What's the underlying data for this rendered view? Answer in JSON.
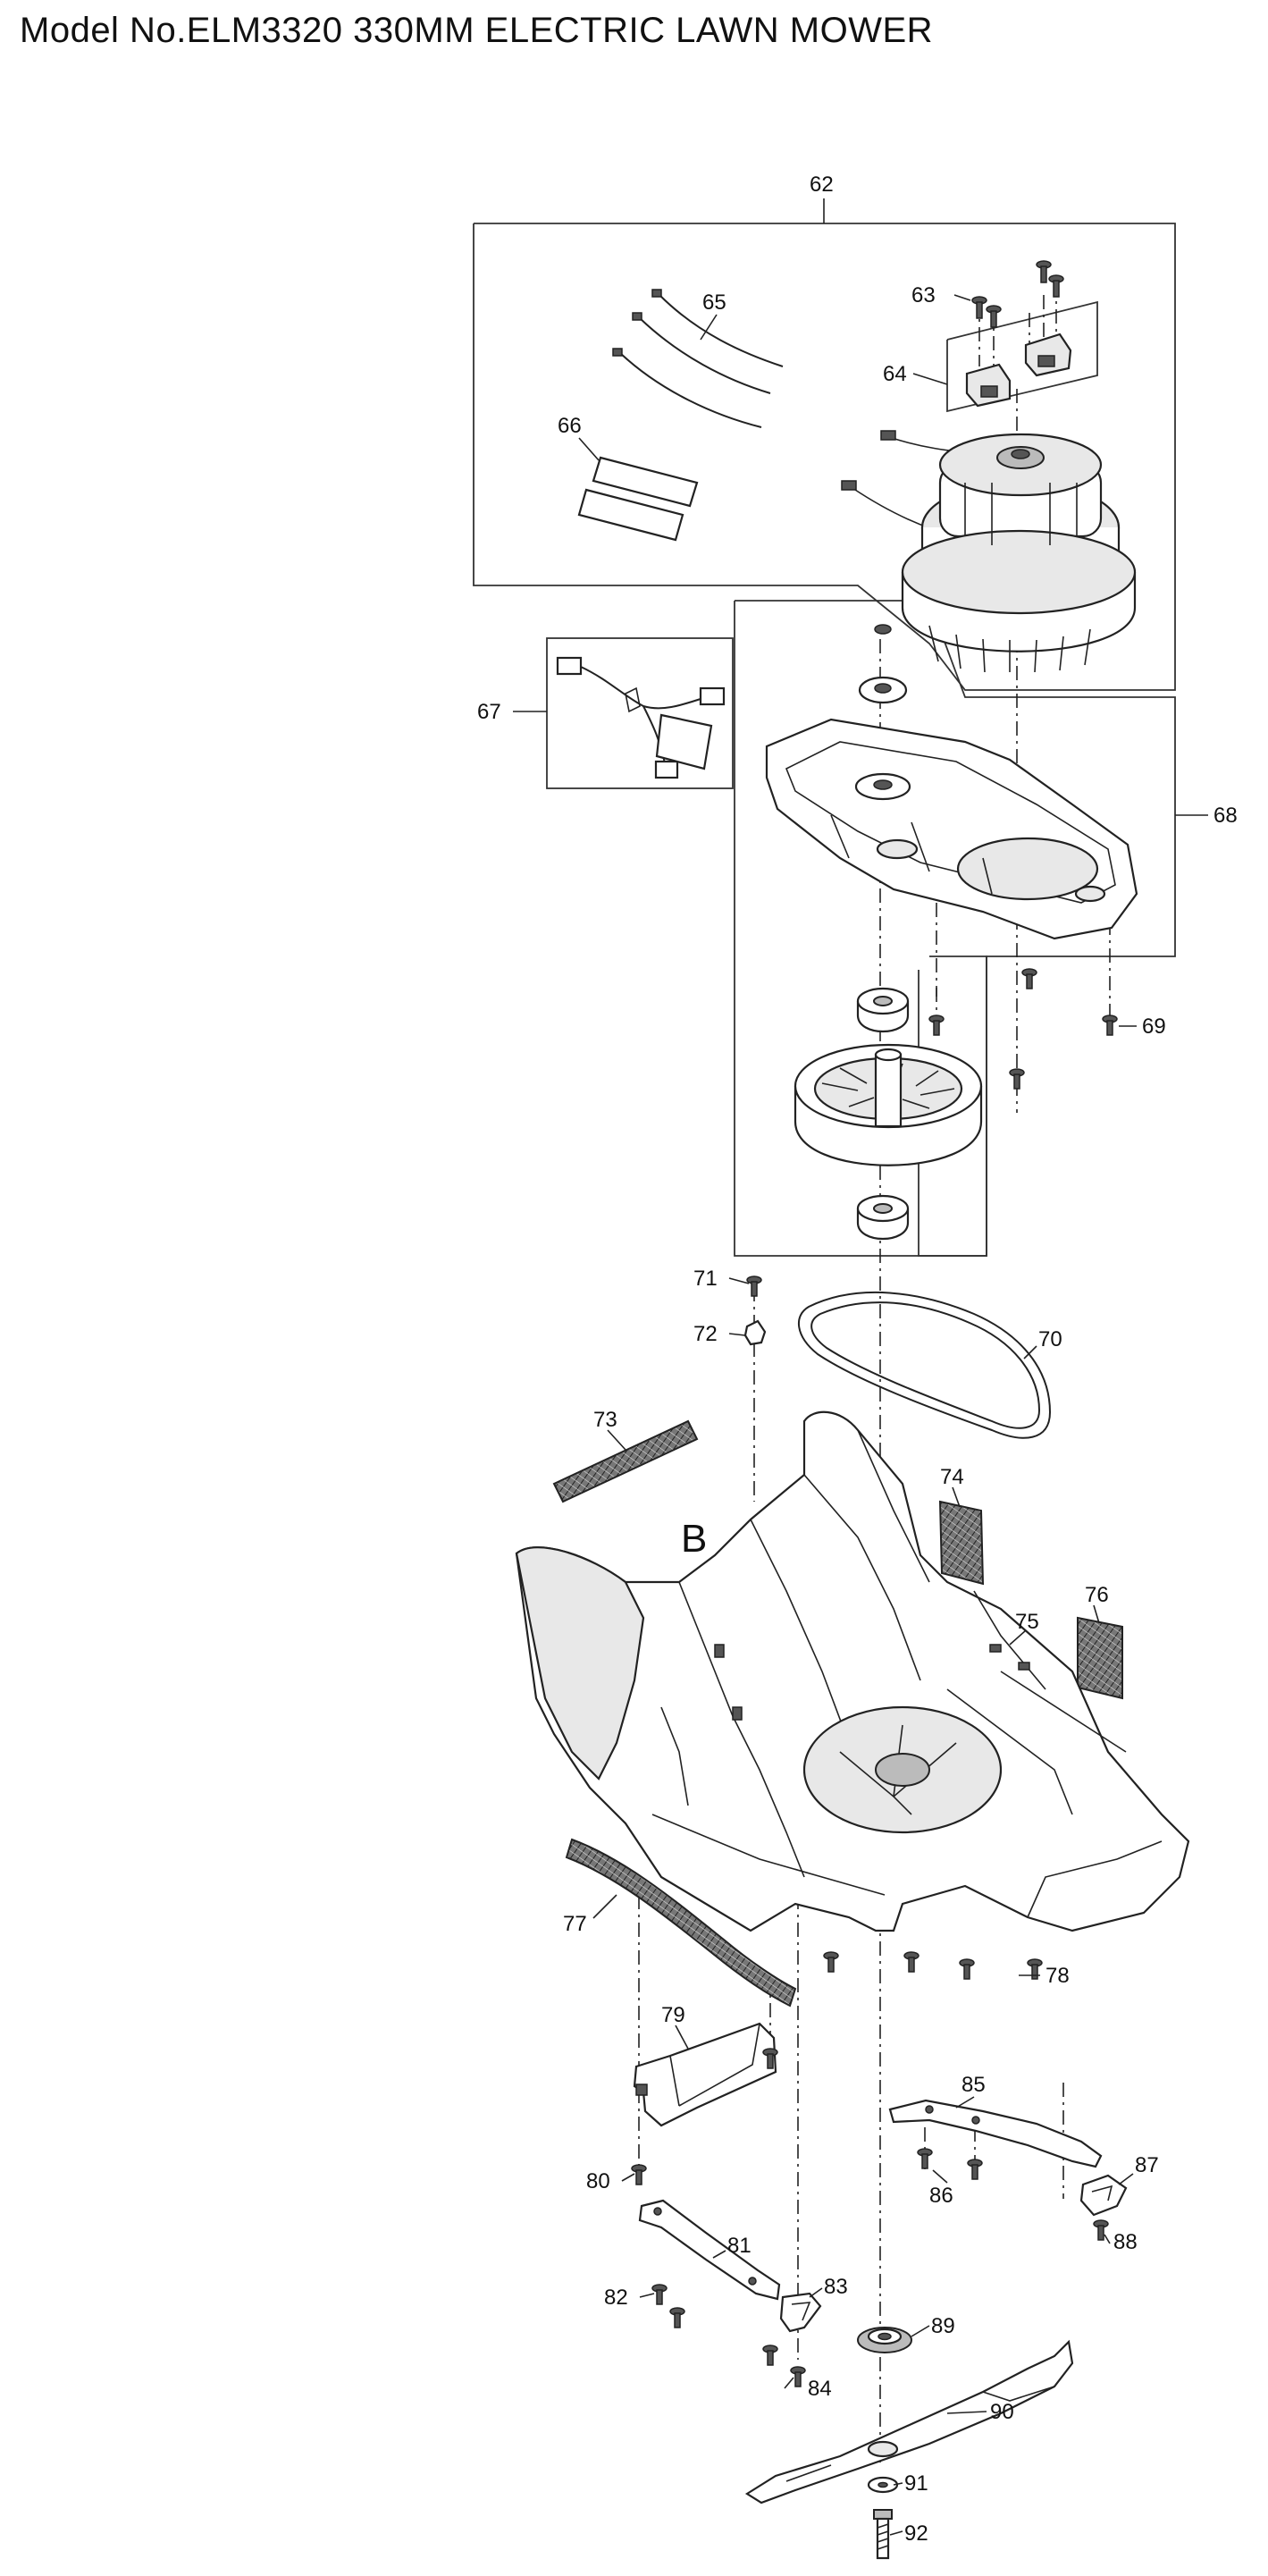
{
  "title": "Model No.ELM3320 330MM ELECTRIC LAWN MOWER",
  "section_letter": "B",
  "callouts": [
    "62",
    "63",
    "64",
    "65",
    "66",
    "67",
    "68",
    "69",
    "70",
    "71",
    "72",
    "73",
    "74",
    "75",
    "76",
    "77",
    "78",
    "79",
    "80",
    "81",
    "82",
    "83",
    "84",
    "85",
    "86",
    "87",
    "88",
    "89",
    "90",
    "91",
    "92"
  ]
}
